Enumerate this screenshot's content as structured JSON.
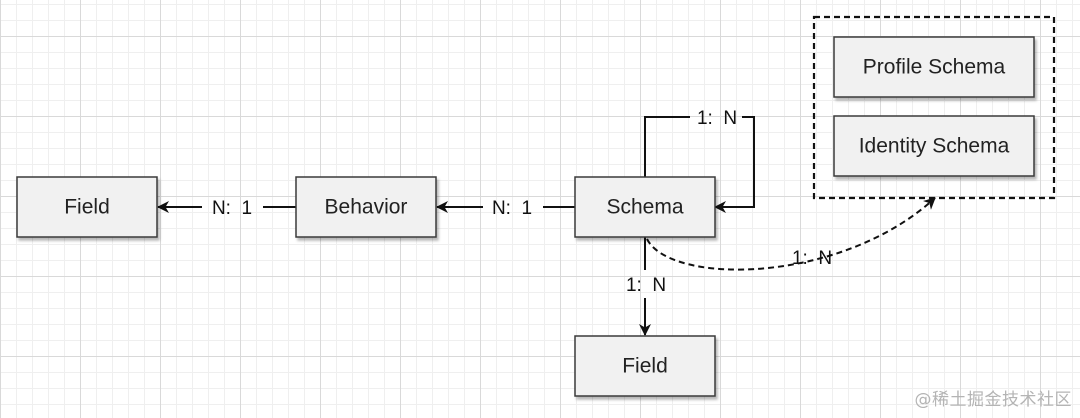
{
  "nodes": {
    "field_left": "Field",
    "behavior": "Behavior",
    "schema": "Schema",
    "field_bottom": "Field",
    "profile_schema": "Profile Schema",
    "identity_schema": "Identity Schema"
  },
  "edges": {
    "behavior_to_field": "N:  1",
    "schema_to_behavior": "N:  1",
    "schema_self": "1:  N",
    "schema_to_field": "1:  N",
    "schema_to_group": "1:  N"
  },
  "watermark": "@稀土掘金技术社区",
  "colors": {
    "node_fill": "#f1f1f1",
    "node_stroke": "#3a3a3a",
    "line": "#111111"
  }
}
